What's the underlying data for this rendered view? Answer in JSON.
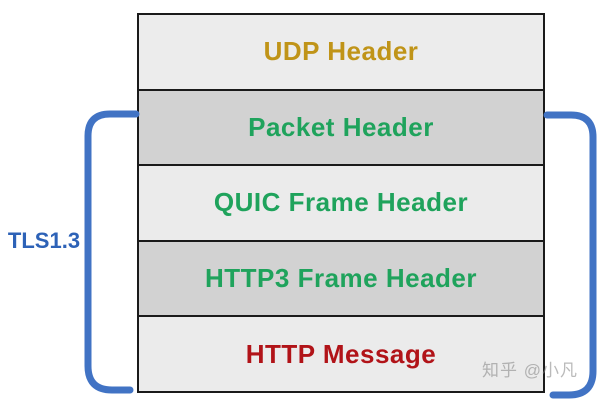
{
  "stack": {
    "rows": [
      {
        "label": "UDP Header",
        "color": "#C09418",
        "bg": "#ECECEC"
      },
      {
        "label": "Packet Header",
        "color": "#1FA35C",
        "bg": "#D2D2D2"
      },
      {
        "label": "QUIC Frame Header",
        "color": "#1FA35C",
        "bg": "#EBEBEB"
      },
      {
        "label": "HTTP3 Frame Header",
        "color": "#1FA35C",
        "bg": "#D2D2D2"
      },
      {
        "label": "HTTP Message",
        "color": "#B11318",
        "bg": "#EBEBEB"
      }
    ],
    "border_color": "#1A1A1A"
  },
  "annotation": {
    "label": "TLS1.3",
    "label_color": "#2D62B7",
    "bracket_color": "#4173C4"
  },
  "watermark": {
    "text": "知乎 @小凡"
  }
}
